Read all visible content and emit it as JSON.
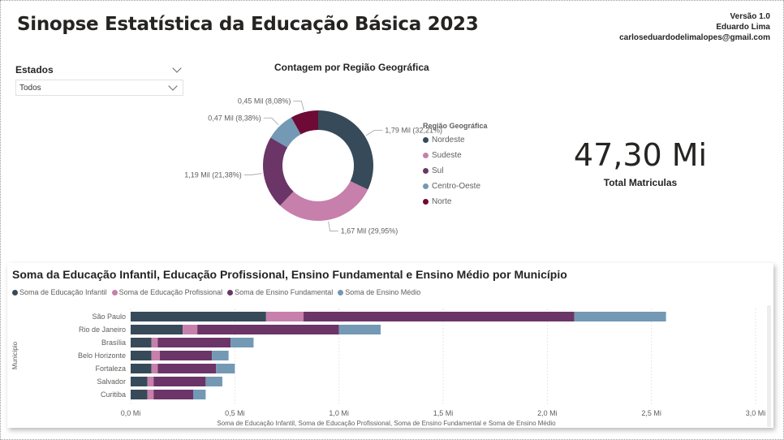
{
  "header": {
    "title": "Sinopse Estatística da Educação Básica 2023",
    "version": "Versão 1.0",
    "author": "Eduardo Lima",
    "email": "carloseduardodelimalopes@gmail.com"
  },
  "slicer": {
    "label": "Estados",
    "value": "Todos"
  },
  "kpi": {
    "value": "47,30 Mi",
    "label": "Total Matriculas"
  },
  "chart_data": [
    {
      "type": "pie",
      "donut": true,
      "title": "Contagem por Região Geográfica",
      "legend_title": "Região Geográfica",
      "legend_position": "right",
      "slices": [
        {
          "name": "Nordeste",
          "value": 1.79,
          "label": "1,79 Mil (32,21%)",
          "color": "#374a59"
        },
        {
          "name": "Sudeste",
          "value": 1.67,
          "label": "1,67 Mil (29,95%)",
          "color": "#c77fab"
        },
        {
          "name": "Sul",
          "value": 1.19,
          "label": "1,19 Mil (21,38%)",
          "color": "#6b3567"
        },
        {
          "name": "Centro-Oeste",
          "value": 0.47,
          "label": "0,47 Mil (8,38%)",
          "color": "#7399b5"
        },
        {
          "name": "Norte",
          "value": 0.45,
          "label": "0,45 Mil (8,08%)",
          "color": "#6d0a35"
        }
      ]
    },
    {
      "type": "bar",
      "orientation": "horizontal",
      "stacked": true,
      "title": "Soma da Educação Infantil, Educação Profissional, Ensino Fundamental e Ensino Médio por Município",
      "xlabel": "Soma de Educação Infantil, Soma de Educação Profissional, Soma de Ensino Fundamental e Soma de Ensino Médio",
      "ylabel": "Município",
      "xlim": [
        0,
        3.0
      ],
      "xticks": [
        "0,0 Mi",
        "0,5 Mi",
        "1,0 Mi",
        "1,5 Mi",
        "2,0 Mi",
        "2,5 Mi",
        "3,0 Mi"
      ],
      "legend_position": "top-left",
      "categories": [
        "São Paulo",
        "Rio de Janeiro",
        "Brasília",
        "Belo Horizonte",
        "Fortaleza",
        "Salvador",
        "Curitiba"
      ],
      "series": [
        {
          "name": "Soma de Educação Infantil",
          "color": "#374a59",
          "values": [
            0.65,
            0.25,
            0.1,
            0.1,
            0.1,
            0.08,
            0.08
          ]
        },
        {
          "name": "Soma de Educação Profissional",
          "color": "#c77fab",
          "values": [
            0.18,
            0.07,
            0.03,
            0.04,
            0.03,
            0.03,
            0.03
          ]
        },
        {
          "name": "Soma de Ensino Fundamental",
          "color": "#6b3567",
          "values": [
            1.3,
            0.68,
            0.35,
            0.25,
            0.28,
            0.25,
            0.19
          ]
        },
        {
          "name": "Soma de Ensino Médio",
          "color": "#7399b5",
          "values": [
            0.44,
            0.2,
            0.11,
            0.08,
            0.09,
            0.08,
            0.06
          ]
        }
      ]
    }
  ]
}
